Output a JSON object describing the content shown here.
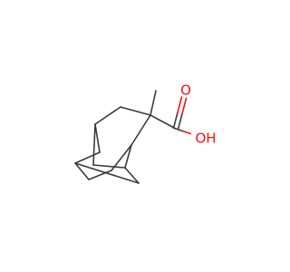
{
  "colors": {
    "background": "#ffffff",
    "bond": "#3b3b3b",
    "oxygen": "#ff0d0d"
  },
  "molecule": {
    "atoms": [
      {
        "id": "c1",
        "element": "C"
      },
      {
        "id": "c2",
        "element": "C"
      },
      {
        "id": "c3",
        "element": "C"
      },
      {
        "id": "c4",
        "element": "C"
      },
      {
        "id": "c5",
        "element": "C"
      },
      {
        "id": "c6",
        "element": "C"
      },
      {
        "id": "c7",
        "element": "C"
      },
      {
        "id": "c8",
        "element": "C"
      },
      {
        "id": "c9",
        "element": "C"
      },
      {
        "id": "c10",
        "element": "C"
      },
      {
        "id": "cq",
        "element": "C"
      },
      {
        "id": "cme",
        "element": "C"
      },
      {
        "id": "ccarb",
        "element": "C"
      },
      {
        "id": "o_dbl",
        "element": "O"
      },
      {
        "id": "o_oh",
        "element": "O"
      }
    ],
    "bonds": [
      {
        "a": "cq",
        "b": "cme",
        "order": 1
      },
      {
        "a": "cq",
        "b": "ccarb",
        "order": 1
      },
      {
        "a": "ccarb",
        "b": "o_dbl",
        "order": 2
      },
      {
        "a": "ccarb",
        "b": "o_oh",
        "order": 1
      },
      {
        "a": "cq",
        "b": "c1",
        "order": 1
      },
      {
        "a": "cq",
        "b": "c2",
        "order": 1
      },
      {
        "a": "c1",
        "b": "c3",
        "order": 1
      },
      {
        "a": "c3",
        "b": "c4",
        "order": 1
      },
      {
        "a": "c4",
        "b": "c5",
        "order": 1
      },
      {
        "a": "c2",
        "b": "c5",
        "order": 1
      },
      {
        "a": "c5",
        "b": "c6",
        "order": 1
      },
      {
        "a": "c6",
        "b": "c7",
        "order": 1
      },
      {
        "a": "c7",
        "b": "c8",
        "order": 1
      },
      {
        "a": "c8",
        "b": "c9",
        "order": 1
      },
      {
        "a": "c9",
        "b": "c1",
        "order": 1
      },
      {
        "a": "c7",
        "b": "c10",
        "order": 1
      },
      {
        "a": "c10",
        "b": "c3",
        "order": 1
      }
    ],
    "labels": {
      "o_dbl": {
        "text": "O"
      },
      "o_oh": {
        "text": "OH"
      }
    }
  }
}
